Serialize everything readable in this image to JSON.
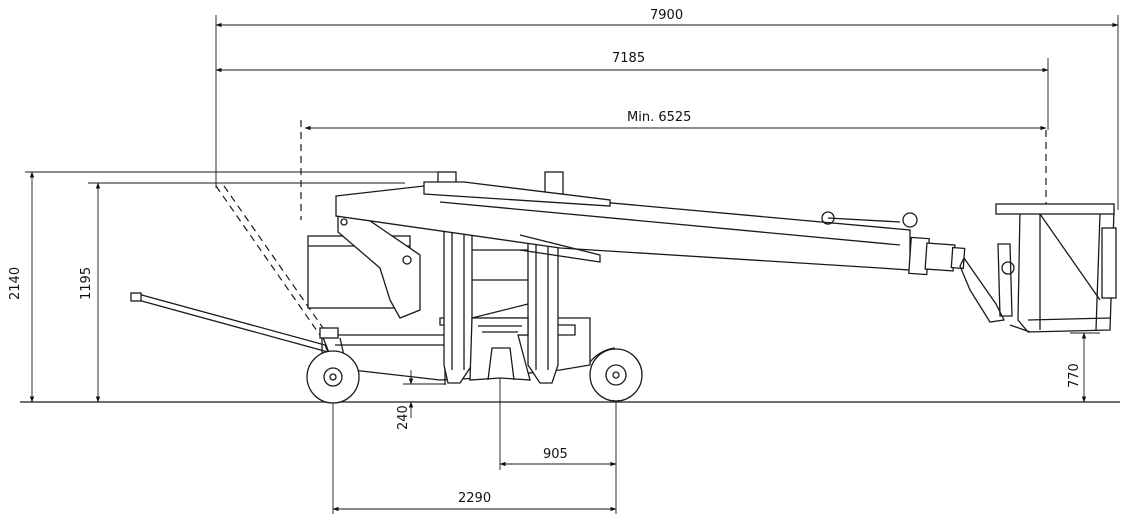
{
  "dimensions": {
    "overall_length": "7900",
    "boom_length": "7185",
    "min_length": "Min. 6525",
    "overall_height": "2140",
    "boom_pivot_height": "1195",
    "ground_clearance": "240",
    "basket_floor_height": "770",
    "axle_to_center": "905",
    "wheelbase": "2290"
  }
}
